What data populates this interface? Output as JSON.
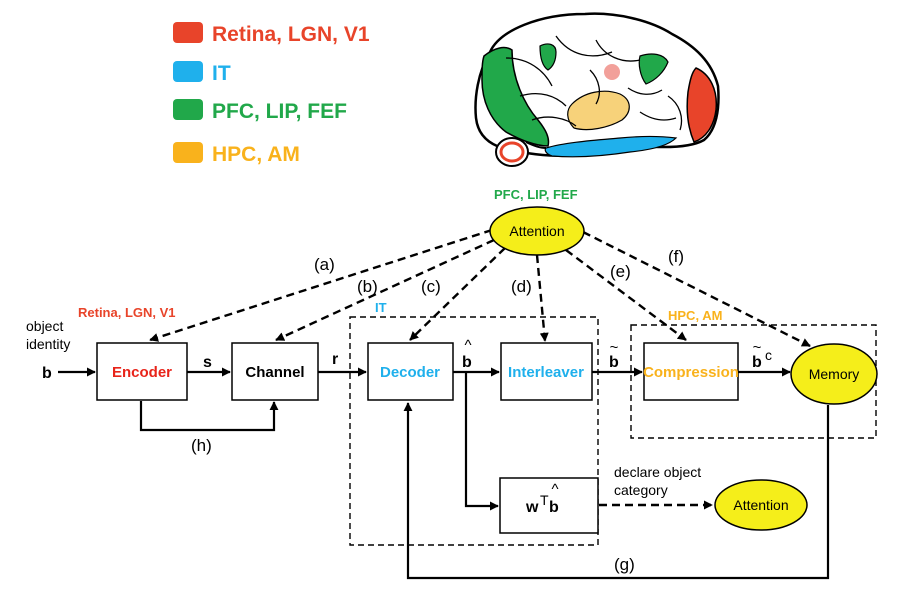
{
  "colors": {
    "retina": "#e8442a",
    "it": "#1fb0ec",
    "pfc": "#21a84a",
    "hpc": "#f9b21c",
    "attention_fill": "#f5ee1a"
  },
  "legend": [
    {
      "label": "Retina, LGN, V1",
      "color": "#e8442a"
    },
    {
      "label": "IT",
      "color": "#1fb0ec"
    },
    {
      "label": "PFC, LIP, FEF",
      "color": "#21a84a"
    },
    {
      "label": "HPC, AM",
      "color": "#f9b21c"
    }
  ],
  "regions": {
    "pfc": "PFC, LIP, FEF",
    "retina": "Retina, LGN, V1",
    "it": "IT",
    "hpc": "HPC, AM"
  },
  "nodes": {
    "attention_top": "Attention",
    "attention_bottom": "Attention",
    "encoder": "Encoder",
    "channel": "Channel",
    "decoder": "Decoder",
    "interleaver": "Interleaver",
    "compression": "Compression",
    "memory": "Memory",
    "classifier_w": "w",
    "classifier_sup": "T",
    "classifier_b": "b"
  },
  "input": {
    "line1": "object",
    "line2": "identity",
    "symbol": "b"
  },
  "signals": {
    "s": "s",
    "r": "r",
    "b_hat": "b",
    "b_tilde": "b",
    "b_c": "b",
    "b_c_sup": "c"
  },
  "edge_labels": {
    "a": "(a)",
    "b": "(b)",
    "c": "(c)",
    "d": "(d)",
    "e": "(e)",
    "f": "(f)",
    "g": "(g)",
    "h": "(h)"
  },
  "declare": {
    "line1": "declare object",
    "line2": "category"
  },
  "brain_icon": "brain-lateral-view-icon"
}
